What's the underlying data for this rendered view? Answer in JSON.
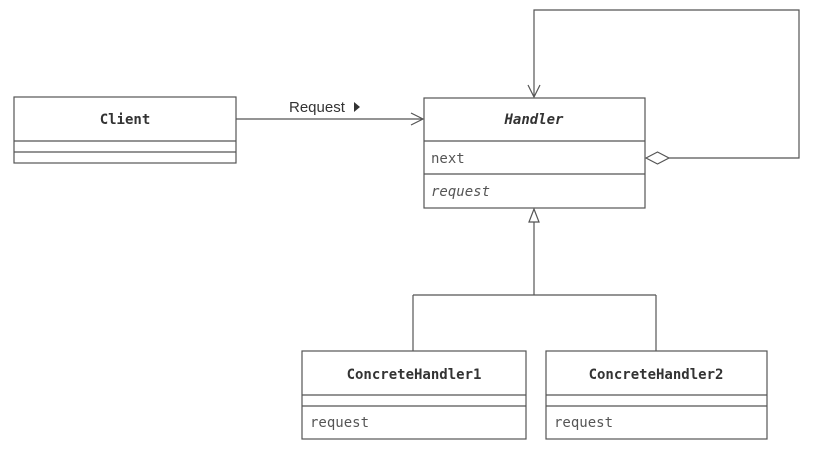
{
  "classes": {
    "client": {
      "name": "Client",
      "attributes": [],
      "operations": []
    },
    "handler": {
      "name": "Handler",
      "abstract": true,
      "attributes": [
        "next"
      ],
      "operations": [
        "request"
      ]
    },
    "concrete_handler_1": {
      "name": "ConcreteHandler1",
      "attributes": [],
      "operations": [
        "request"
      ]
    },
    "concrete_handler_2": {
      "name": "ConcreteHandler2",
      "attributes": [],
      "operations": [
        "request"
      ]
    }
  },
  "relations": {
    "client_to_handler": {
      "type": "association",
      "label": "Request",
      "direction": "client-to-handler"
    },
    "handler_successor": {
      "type": "aggregation",
      "from": "Handler",
      "to": "Handler",
      "via_attribute": "next"
    },
    "generalization": {
      "type": "inheritance",
      "parent": "Handler",
      "children": [
        "ConcreteHandler1",
        "ConcreteHandler2"
      ]
    }
  },
  "colors": {
    "stroke": "#555555",
    "text": "#333333",
    "background": "#ffffff"
  }
}
